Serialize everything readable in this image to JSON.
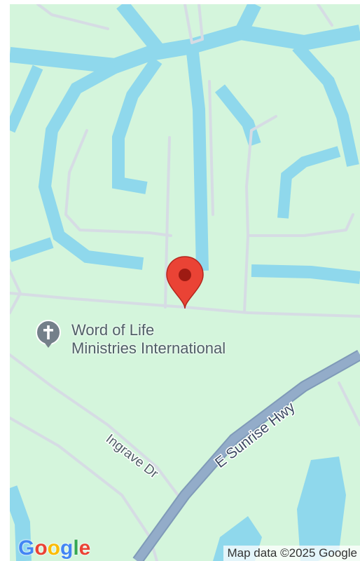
{
  "map": {
    "background_color": "#d4f5dc",
    "water_color": "#8fd8ec",
    "road_color": "#d6dce4",
    "highway_color": "#8fa9c8",
    "marker_color": "#ea4335",
    "marker_icon": "map-pin-icon",
    "poi": {
      "name_line1": "Word of Life",
      "name_line2": "Ministries International",
      "icon": "church-cross-icon"
    },
    "roads": [
      {
        "name": "E Sunrise Hwy"
      },
      {
        "name": "Ingrave Dr"
      }
    ],
    "attribution": "Map data ©2025 Google",
    "logo": {
      "letters": [
        "G",
        "o",
        "o",
        "g",
        "l",
        "e"
      ],
      "colors": [
        "#4285f4",
        "#ea4335",
        "#fbbc05",
        "#4285f4",
        "#34a853",
        "#ea4335"
      ]
    }
  }
}
